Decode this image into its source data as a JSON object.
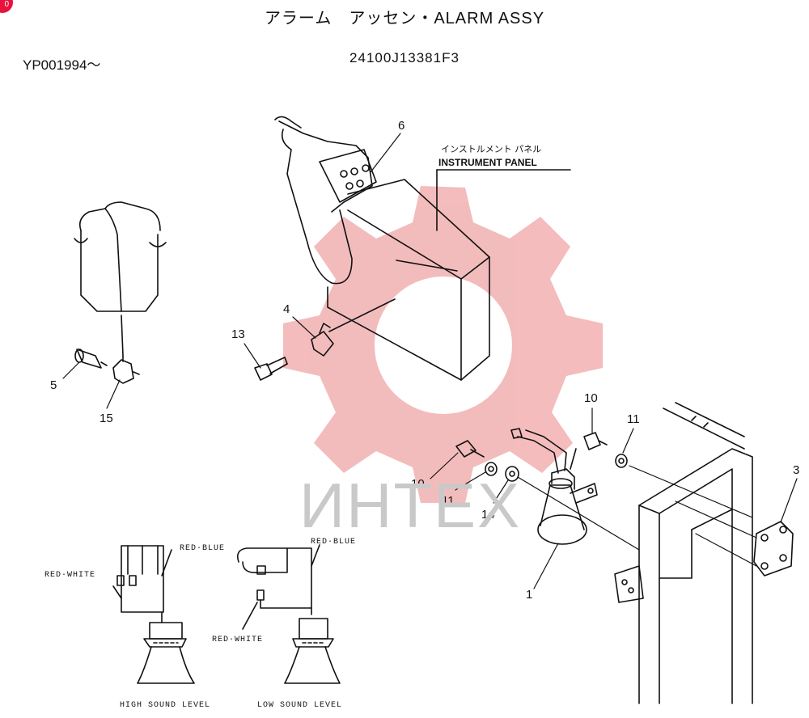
{
  "header": {
    "title": "アラーム　アッセン・ALARM ASSY",
    "serial": "YP001994～",
    "part_number": "24100J13381F3"
  },
  "badge": "0",
  "watermark": "ИНТЕХ",
  "callouts": {
    "c1": "1",
    "c3": "3",
    "c4": "4",
    "c5": "5",
    "c6": "6",
    "c10a": "10",
    "c10b": "10",
    "c11a": "11",
    "c11b": "11",
    "c13": "13",
    "c14": "14",
    "c15": "15"
  },
  "panel": {
    "jp": "インストルメント パネル",
    "en": "INSTRUMENT PANEL"
  },
  "wiring": {
    "high_red_white": "RED·WHITE",
    "high_red_blue": "RED·BLUE",
    "low_red_blue": "RED·BLUE",
    "low_red_white": "RED·WHITE",
    "high_caption": "HIGH SOUND LEVEL",
    "low_caption": "LOW SOUND LEVEL"
  },
  "colors": {
    "watermark_red": "#f0a6a6",
    "badge": "#e8123c"
  }
}
